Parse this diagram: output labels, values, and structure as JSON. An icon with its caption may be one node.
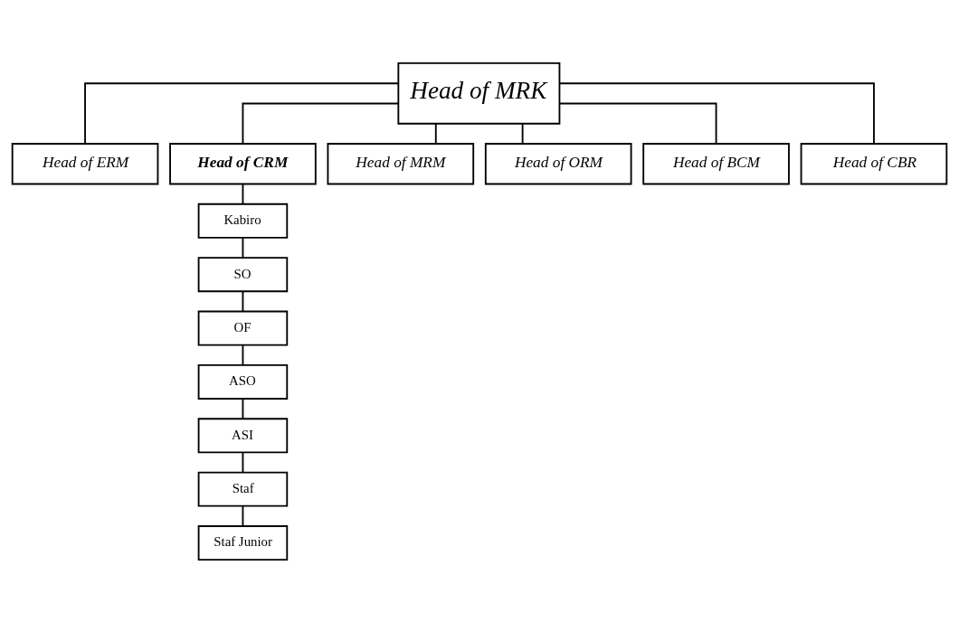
{
  "diagram": {
    "nodes": [
      {
        "text": [
          "Head of MRK"
        ]
      },
      {
        "text": [
          "Head of ERM"
        ]
      },
      {
        "text": [
          "Head of CRM"
        ]
      },
      {
        "text": [
          "Head of MRM"
        ]
      },
      {
        "text": [
          "Head of ORM"
        ]
      },
      {
        "text": [
          "Head of BCM"
        ]
      },
      {
        "text": [
          "Head of CBR"
        ]
      },
      {
        "text": [
          "Kabiro"
        ]
      },
      {
        "text": [
          "SO"
        ]
      },
      {
        "text": [
          "OF"
        ]
      },
      {
        "text": [
          "ASO"
        ]
      },
      {
        "text": [
          "ASI"
        ]
      },
      {
        "text": [
          "Staf"
        ]
      },
      {
        "text": [
          "Staf Junior"
        ]
      }
    ],
    "edges": [
      {
        "from": 0,
        "to": 1,
        "arrow": "none"
      },
      {
        "from": 0,
        "to": 2,
        "arrow": "none"
      },
      {
        "from": 0,
        "to": 3,
        "arrow": "none"
      },
      {
        "from": 0,
        "to": 4,
        "arrow": "none"
      },
      {
        "from": 0,
        "to": 5,
        "arrow": "none"
      },
      {
        "from": 0,
        "to": 6,
        "arrow": "none"
      },
      {
        "from": 2,
        "to": 7,
        "arrow": "none"
      },
      {
        "from": 7,
        "to": 8,
        "arrow": "none"
      },
      {
        "from": 8,
        "to": 9,
        "arrow": "none"
      },
      {
        "from": 9,
        "to": 10,
        "arrow": "none"
      },
      {
        "from": 10,
        "to": 11,
        "arrow": "none"
      },
      {
        "from": 11,
        "to": 12,
        "arrow": "none"
      },
      {
        "from": 12,
        "to": 13,
        "arrow": "none"
      }
    ]
  }
}
